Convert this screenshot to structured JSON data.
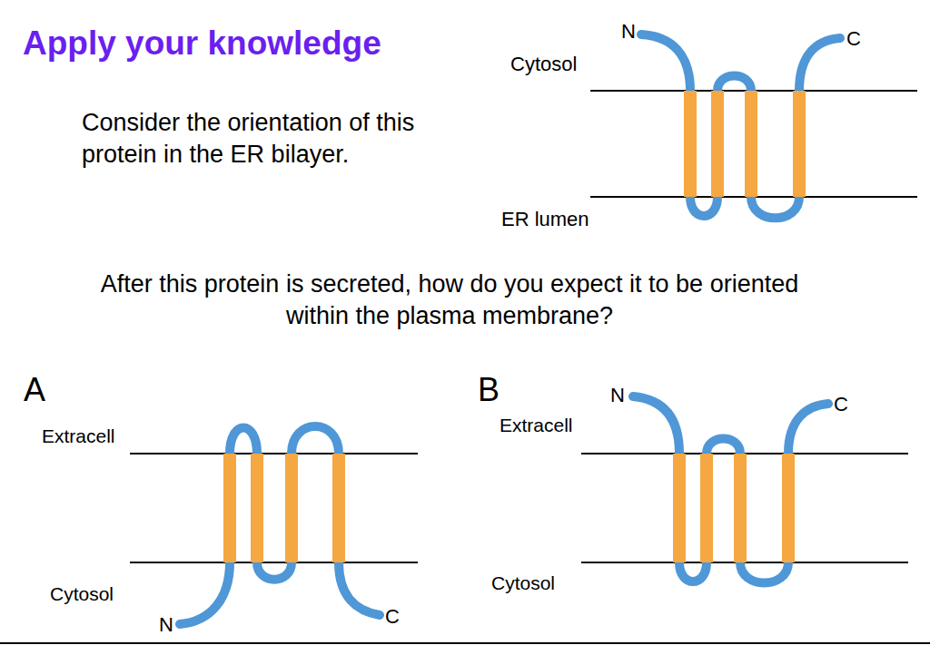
{
  "diagram": {
    "title": "Apply your knowledge",
    "labels": [
      "N",
      "C",
      "Cytosol",
      "Consider the orientation of this protein in the ER bilayer.",
      "ER lumen",
      "After this protein is secreted, how do you expect it to be oriented within the plasma membrane?",
      "A",
      "N",
      "C",
      "B",
      "Extracell",
      "Extracell",
      "Cytosol",
      "Cytosol",
      "N",
      "C"
    ]
  }
}
